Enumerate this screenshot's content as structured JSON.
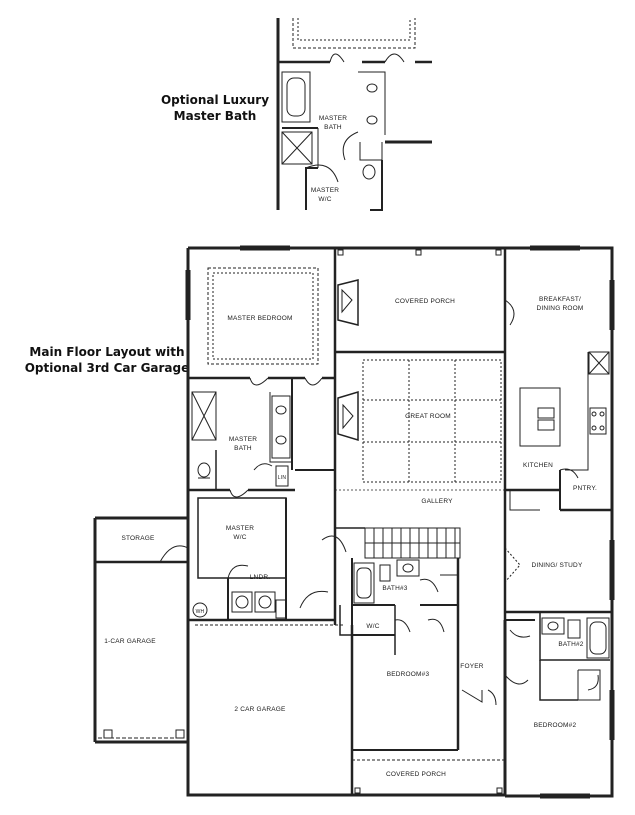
{
  "captions": {
    "luxury_bath": [
      "Optional Luxury",
      "Master Bath"
    ],
    "main_floor": [
      "Main Floor Layout with",
      "Optional 3rd Car Garage"
    ]
  },
  "insert_rooms": {
    "master_bath": [
      "MASTER",
      "BATH"
    ],
    "master_wic": [
      "MASTER",
      "W/C"
    ]
  },
  "rooms": {
    "master_bedroom": "MASTER BEDROOM",
    "covered_porch_rear": "COVERED PORCH",
    "breakfast": [
      "BREAKFAST/",
      "DINING ROOM"
    ],
    "great_room": "GREAT ROOM",
    "kitchen": "KITCHEN",
    "pantry": "PNTRY.",
    "master_bath": [
      "MASTER",
      "BATH"
    ],
    "gallery": "GALLERY",
    "storage": "STORAGE",
    "master_wic": [
      "MASTER",
      "W/C"
    ],
    "dining_study": "DINING/ STUDY",
    "laundry": "LNDR.",
    "bath3": "BATH#3",
    "wic": "W/C",
    "one_car_garage": "1-CAR GARAGE",
    "bedroom3": "BEDROOM#3",
    "foyer": "FOYER",
    "bath2": "BATH#2",
    "two_car_garage": "2 CAR GARAGE",
    "bedroom2": "BEDROOM#2",
    "covered_porch_front": "COVERED PORCH",
    "water_heater": "WH",
    "linen": "LIN"
  }
}
